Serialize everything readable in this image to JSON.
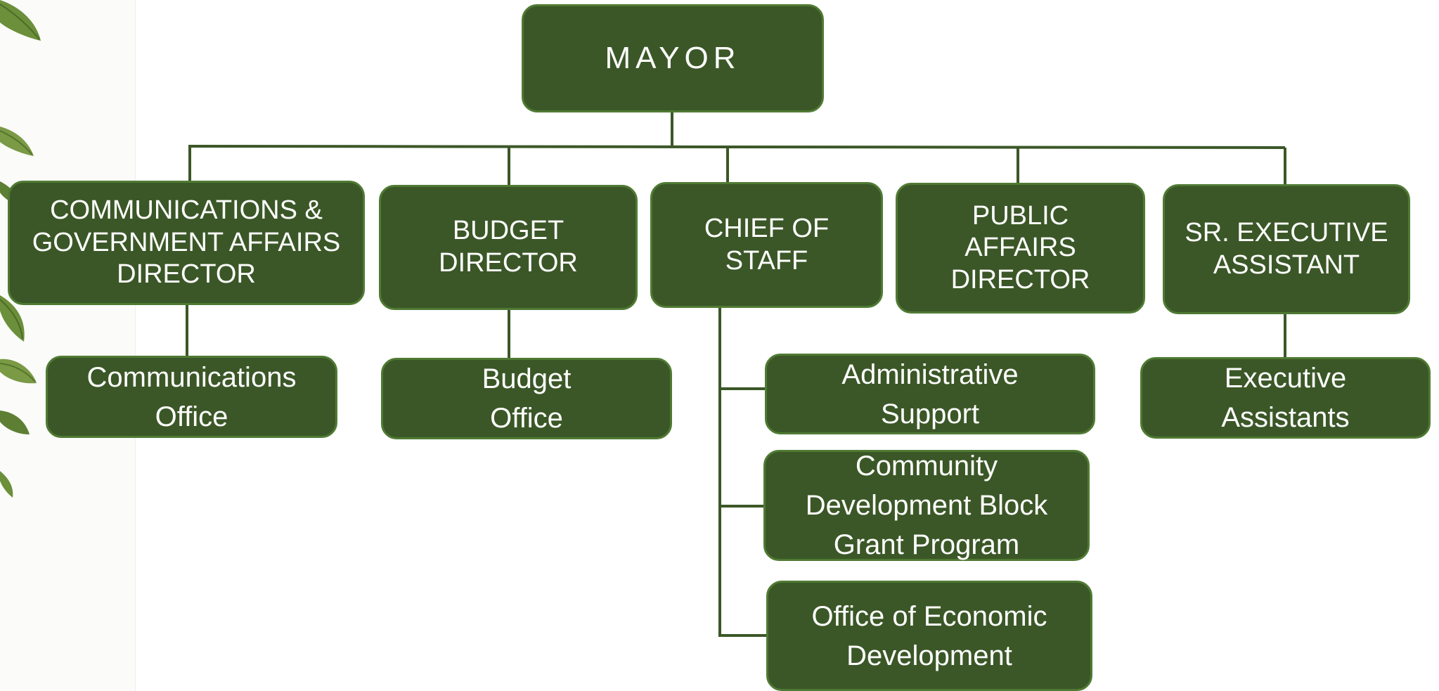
{
  "colors": {
    "box_fill": "#3b5727",
    "box_border": "#4f7a33",
    "connector": "#3b5727",
    "text": "#ffffff",
    "leaf": "#6b8f3a"
  },
  "decoration": [
    "leaf-icon"
  ],
  "mayor": {
    "label": "MAYOR"
  },
  "directors": [
    {
      "lines": [
        "COMMUNICATIONS &",
        "GOVERNMENT AFFAIRS",
        "DIRECTOR"
      ]
    },
    {
      "lines": [
        "BUDGET",
        "DIRECTOR"
      ]
    },
    {
      "lines": [
        "CHIEF OF",
        "STAFF"
      ]
    },
    {
      "lines": [
        "PUBLIC",
        "AFFAIRS",
        "DIRECTOR"
      ]
    },
    {
      "lines": [
        "SR. EXECUTIVE",
        "ASSISTANT"
      ]
    }
  ],
  "units": [
    {
      "lines": [
        "Communications",
        "Office"
      ]
    },
    {
      "lines": [
        "Budget",
        "Office"
      ]
    },
    {
      "lines": [
        "Administrative",
        "Support"
      ]
    },
    {
      "lines": [
        "Community",
        "Development Block",
        "Grant Program"
      ]
    },
    {
      "lines": [
        "Office of Economic",
        "Development"
      ]
    },
    {
      "lines": [
        "Executive",
        "Assistants"
      ]
    }
  ]
}
